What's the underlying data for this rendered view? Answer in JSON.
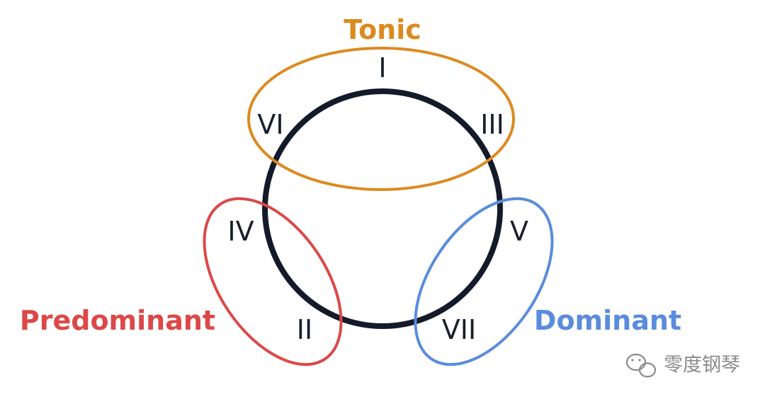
{
  "colors": {
    "circle": "#131a29",
    "tonic": "#dc8a20",
    "predominant": "#dc4848",
    "dominant": "#5a8cdc",
    "watermark": "#8a8a8a"
  },
  "groups": {
    "tonic": {
      "label": "Tonic"
    },
    "predominant": {
      "label": "Predominant"
    },
    "dominant": {
      "label": "Dominant"
    }
  },
  "numerals": {
    "I": "I",
    "III": "III",
    "V": "V",
    "VII": "VII",
    "II": "II",
    "IV": "IV",
    "VI": "VI"
  },
  "watermark": {
    "icon": "wechat-icon",
    "text": "零度钢琴"
  }
}
